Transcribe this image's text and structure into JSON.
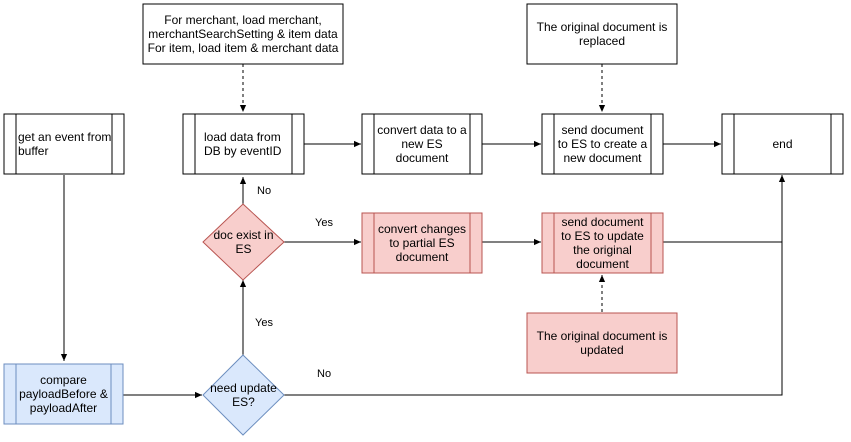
{
  "nodes": {
    "get_event": {
      "label": "get an event from\nbuffer"
    },
    "compare": {
      "label": "compare\npayloadBefore &\npayloadAfter"
    },
    "need_update": {
      "label": "need update\nES?"
    },
    "doc_exist": {
      "label": "doc exist in\nES"
    },
    "load_data": {
      "label": "load data from\nDB by eventID"
    },
    "load_note": {
      "label": "For merchant, load merchant,\nmerchantSearchSetting & item data\nFor item, load item & merchant data"
    },
    "convert_new": {
      "label": "convert data to a\nnew ES\ndocument"
    },
    "send_create": {
      "label": "send document\nto ES to create a\nnew document"
    },
    "replaced_note": {
      "label": "The original document is\nreplaced"
    },
    "end": {
      "label": "end"
    },
    "convert_partial": {
      "label": "convert changes\nto partial ES\ndocument"
    },
    "send_update": {
      "label": "send document\nto ES to update\nthe original\ndocument"
    },
    "updated_note": {
      "label": "The original document is\nupdated"
    }
  },
  "edges": {
    "need_update_yes": "Yes",
    "need_update_no": "No",
    "doc_exist_yes": "Yes",
    "doc_exist_no": "No"
  },
  "colors": {
    "default_fill": "#ffffff",
    "default_stroke": "#000000",
    "blue_fill": "#dae8fc",
    "blue_stroke": "#6c8ebf",
    "red_fill": "#f8cecc",
    "red_stroke": "#b85450"
  }
}
